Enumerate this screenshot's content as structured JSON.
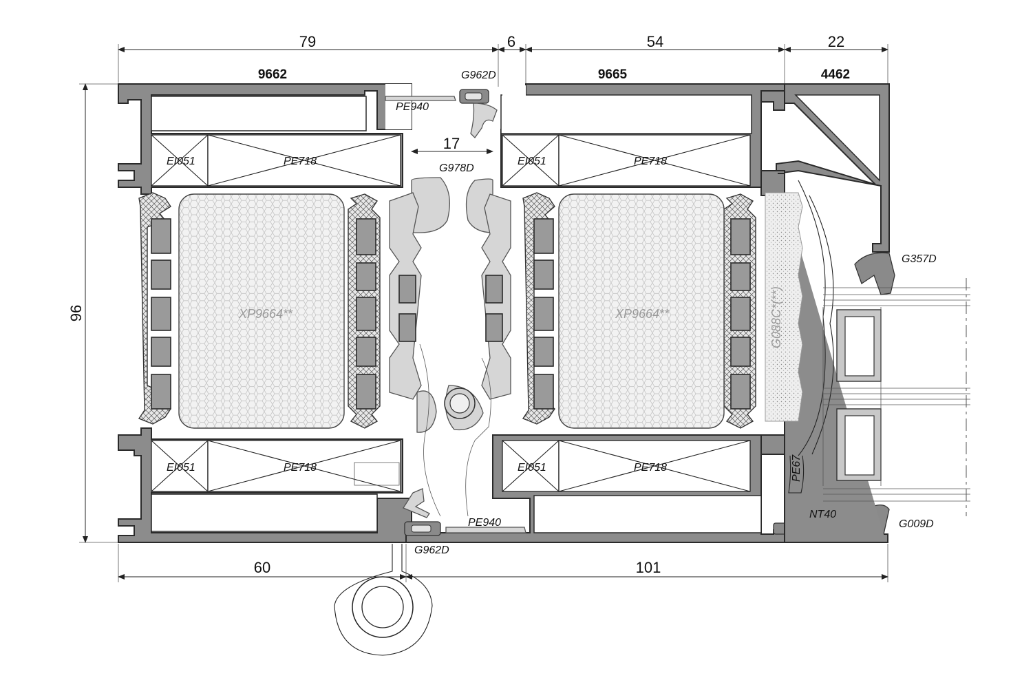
{
  "dimensions": {
    "top": [
      "79",
      "6",
      "54",
      "22"
    ],
    "bottom": [
      "60",
      "101"
    ],
    "height": "96",
    "gap": "17"
  },
  "profiles": {
    "left": "9662",
    "middle": "9665",
    "right": "4462"
  },
  "labels": {
    "g962d_top": "G962D",
    "pe940_top": "PE940",
    "ei051_tl": "EI051",
    "pe718_tl": "PE718",
    "ei051_tr": "EI051",
    "pe718_tr": "PE718",
    "g978d": "G978D",
    "xp_left": "XP9664**",
    "xp_right": "XP9664**",
    "g357d": "G357D",
    "g088c": "G088C*(**)",
    "ei051_bl": "EI051",
    "pe718_bl": "PE718",
    "ei051_br": "EI051",
    "pe718_br": "PE718",
    "pe67": "PE67",
    "pe940_bottom": "PE940",
    "nt40": "NT40",
    "g009d": "G009D",
    "g962d_bottom": "G962D"
  }
}
